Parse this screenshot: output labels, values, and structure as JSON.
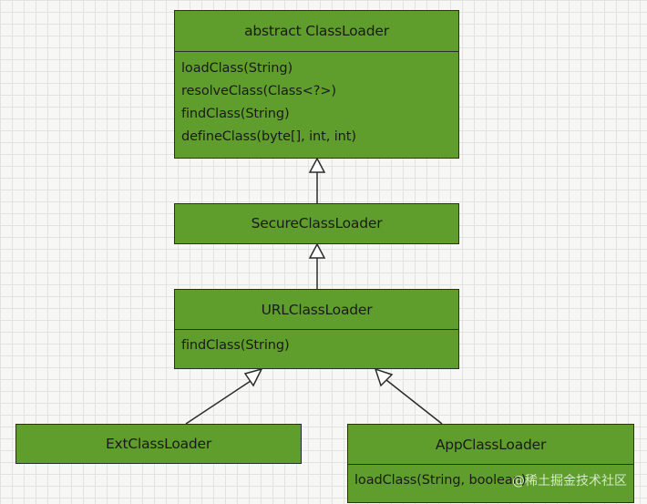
{
  "classes": {
    "classloader": {
      "name": "abstract ClassLoader",
      "methods": [
        "loadClass(String)",
        "resolveClass(Class<?>)",
        "findClass(String)",
        "defineClass(byte[], int, int)"
      ]
    },
    "secure": {
      "name": "SecureClassLoader"
    },
    "url": {
      "name": "URLClassLoader",
      "methods": [
        "findClass(String)"
      ]
    },
    "ext": {
      "name": "ExtClassLoader"
    },
    "app": {
      "name": "AppClassLoader",
      "methods": [
        "loadClass(String, boolean)"
      ]
    }
  },
  "relations": [
    {
      "from": "SecureClassLoader",
      "to": "abstract ClassLoader",
      "type": "inheritance"
    },
    {
      "from": "URLClassLoader",
      "to": "SecureClassLoader",
      "type": "inheritance"
    },
    {
      "from": "ExtClassLoader",
      "to": "URLClassLoader",
      "type": "inheritance"
    },
    {
      "from": "AppClassLoader",
      "to": "URLClassLoader",
      "type": "inheritance"
    }
  ],
  "watermark": "@稀土掘金技术社区",
  "colors": {
    "box_fill": "#5f9e2c",
    "border": "#2c2c2c",
    "background": "#f7f7f5",
    "grid": "#e3e3e3"
  }
}
